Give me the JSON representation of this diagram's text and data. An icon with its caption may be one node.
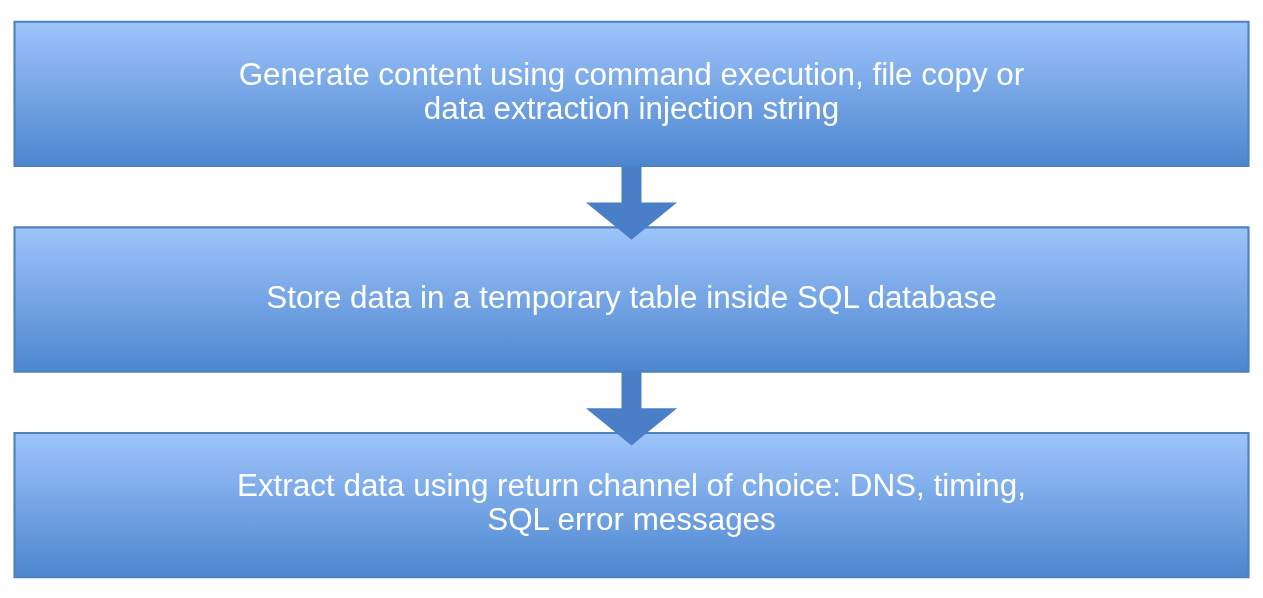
{
  "diagram": {
    "nodes": [
      {
        "text": [
          "Generate content using command execution, file copy or data extraction injection string"
        ]
      },
      {
        "text": [
          "Store data in a temporary table inside SQL database"
        ]
      },
      {
        "text": [
          "Extract data using return channel of choice: DNS, timing, SQL error messages"
        ]
      }
    ],
    "edges": [
      {
        "from": 0,
        "to": 1,
        "arrow": "to"
      },
      {
        "from": 1,
        "to": 2,
        "arrow": "to"
      }
    ]
  }
}
